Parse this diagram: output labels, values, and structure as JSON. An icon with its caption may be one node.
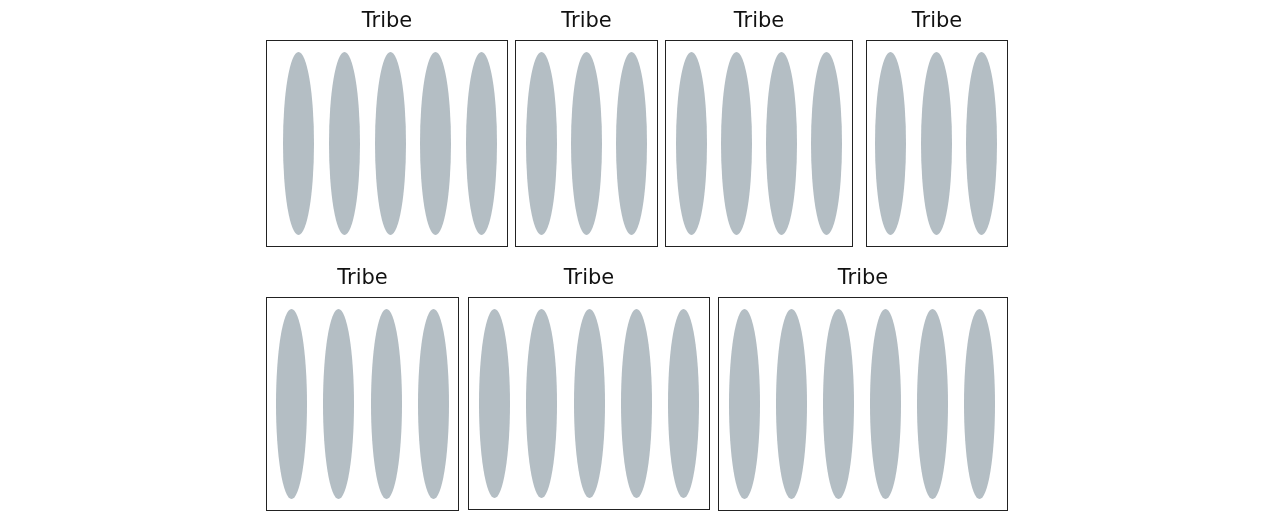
{
  "diagram": {
    "nodes": [
      {
        "text": [
          "Tribe"
        ]
      },
      {
        "text": [],
        "shape": "ellipse",
        "in": 0
      },
      {
        "text": [],
        "shape": "ellipse",
        "in": 0
      },
      {
        "text": [],
        "shape": "ellipse",
        "in": 0
      },
      {
        "text": [],
        "shape": "ellipse",
        "in": 0
      },
      {
        "text": [],
        "shape": "ellipse",
        "in": 0
      },
      {
        "text": [
          "Tribe"
        ]
      },
      {
        "text": [],
        "shape": "ellipse",
        "in": 6
      },
      {
        "text": [],
        "shape": "ellipse",
        "in": 6
      },
      {
        "text": [],
        "shape": "ellipse",
        "in": 6
      },
      {
        "text": [
          "Tribe"
        ]
      },
      {
        "text": [],
        "shape": "ellipse",
        "in": 10
      },
      {
        "text": [],
        "shape": "ellipse",
        "in": 10
      },
      {
        "text": [],
        "shape": "ellipse",
        "in": 10
      },
      {
        "text": [],
        "shape": "ellipse",
        "in": 10
      },
      {
        "text": [
          "Tribe"
        ]
      },
      {
        "text": [],
        "shape": "ellipse",
        "in": 15
      },
      {
        "text": [],
        "shape": "ellipse",
        "in": 15
      },
      {
        "text": [],
        "shape": "ellipse",
        "in": 15
      },
      {
        "text": [
          "Tribe"
        ]
      },
      {
        "text": [],
        "shape": "ellipse",
        "in": 19
      },
      {
        "text": [],
        "shape": "ellipse",
        "in": 19
      },
      {
        "text": [],
        "shape": "ellipse",
        "in": 19
      },
      {
        "text": [],
        "shape": "ellipse",
        "in": 19
      },
      {
        "text": [
          "Tribe"
        ]
      },
      {
        "text": [],
        "shape": "ellipse",
        "in": 24
      },
      {
        "text": [],
        "shape": "ellipse",
        "in": 24
      },
      {
        "text": [],
        "shape": "ellipse",
        "in": 24
      },
      {
        "text": [],
        "shape": "ellipse",
        "in": 24
      },
      {
        "text": [],
        "shape": "ellipse",
        "in": 24
      },
      {
        "text": [
          "Tribe"
        ]
      },
      {
        "text": [],
        "shape": "ellipse",
        "in": 30
      },
      {
        "text": [],
        "shape": "ellipse",
        "in": 30
      },
      {
        "text": [],
        "shape": "ellipse",
        "in": 30
      },
      {
        "text": [],
        "shape": "ellipse",
        "in": 30
      },
      {
        "text": [],
        "shape": "ellipse",
        "in": 30
      },
      {
        "text": [],
        "shape": "ellipse",
        "in": 30
      }
    ]
  }
}
